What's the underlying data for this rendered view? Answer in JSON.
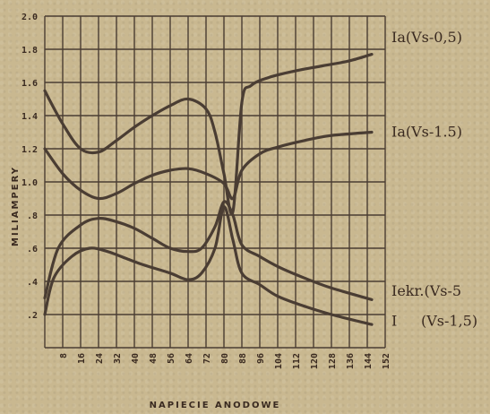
{
  "chart_data": {
    "type": "line",
    "title": "",
    "xlabel": "NAPIECIE ANODOWE",
    "ylabel": "MILIAMPERY",
    "xlim": [
      0,
      152
    ],
    "ylim": [
      0,
      2.0
    ],
    "grid": true,
    "x_ticks": [
      "8",
      "16",
      "24",
      "32",
      "40",
      "48",
      "56",
      "64",
      "72",
      "80",
      "88",
      "96",
      "104",
      "112",
      "120",
      "128",
      "136",
      "144",
      "152"
    ],
    "y_ticks": [
      ".2",
      ".4",
      ".6",
      ".8",
      "1.0",
      "1.2",
      "1.4",
      "1.6",
      "1.8",
      "2.0"
    ],
    "series": [
      {
        "name": "Ia(Vs-0,5)",
        "label_y": 1.87,
        "points": [
          [
            0,
            1.55
          ],
          [
            8,
            1.35
          ],
          [
            16,
            1.2
          ],
          [
            24,
            1.18
          ],
          [
            32,
            1.25
          ],
          [
            40,
            1.33
          ],
          [
            48,
            1.4
          ],
          [
            56,
            1.46
          ],
          [
            64,
            1.5
          ],
          [
            72,
            1.44
          ],
          [
            76,
            1.3
          ],
          [
            80,
            1.05
          ],
          [
            84,
            0.82
          ],
          [
            88,
            1.48
          ],
          [
            92,
            1.58
          ],
          [
            100,
            1.63
          ],
          [
            112,
            1.67
          ],
          [
            124,
            1.7
          ],
          [
            136,
            1.73
          ],
          [
            146,
            1.77
          ]
        ]
      },
      {
        "name": "Ia(Vs-1.5)",
        "label_y": 1.3,
        "points": [
          [
            0,
            1.2
          ],
          [
            8,
            1.05
          ],
          [
            16,
            0.95
          ],
          [
            24,
            0.9
          ],
          [
            32,
            0.93
          ],
          [
            40,
            0.99
          ],
          [
            48,
            1.04
          ],
          [
            56,
            1.07
          ],
          [
            64,
            1.08
          ],
          [
            72,
            1.05
          ],
          [
            80,
            0.99
          ],
          [
            84,
            0.9
          ],
          [
            88,
            1.07
          ],
          [
            96,
            1.17
          ],
          [
            104,
            1.21
          ],
          [
            116,
            1.25
          ],
          [
            128,
            1.28
          ],
          [
            146,
            1.3
          ]
        ]
      },
      {
        "name": "Iekr.(Vs-5",
        "label_y": 0.34,
        "points": [
          [
            0,
            0.3
          ],
          [
            6,
            0.6
          ],
          [
            16,
            0.74
          ],
          [
            24,
            0.78
          ],
          [
            32,
            0.76
          ],
          [
            40,
            0.72
          ],
          [
            48,
            0.66
          ],
          [
            56,
            0.6
          ],
          [
            64,
            0.58
          ],
          [
            70,
            0.6
          ],
          [
            76,
            0.73
          ],
          [
            80,
            0.88
          ],
          [
            84,
            0.8
          ],
          [
            88,
            0.62
          ],
          [
            96,
            0.55
          ],
          [
            104,
            0.49
          ],
          [
            116,
            0.42
          ],
          [
            128,
            0.36
          ],
          [
            146,
            0.29
          ]
        ]
      },
      {
        "name": "I",
        "label_y": 0.16,
        "extra_label": "(Vs-1,5)",
        "points": [
          [
            0,
            0.2
          ],
          [
            4,
            0.42
          ],
          [
            12,
            0.55
          ],
          [
            20,
            0.6
          ],
          [
            28,
            0.58
          ],
          [
            36,
            0.54
          ],
          [
            44,
            0.5
          ],
          [
            56,
            0.45
          ],
          [
            64,
            0.41
          ],
          [
            70,
            0.45
          ],
          [
            76,
            0.6
          ],
          [
            80,
            0.85
          ],
          [
            84,
            0.65
          ],
          [
            88,
            0.45
          ],
          [
            96,
            0.38
          ],
          [
            104,
            0.31
          ],
          [
            116,
            0.25
          ],
          [
            128,
            0.2
          ],
          [
            146,
            0.14
          ]
        ]
      }
    ]
  }
}
